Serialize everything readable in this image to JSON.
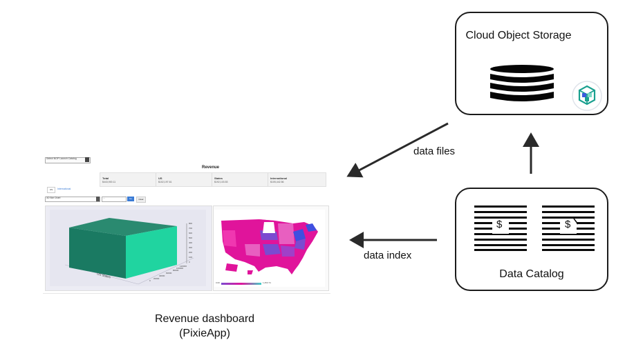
{
  "storage": {
    "title": "Cloud Object Storage"
  },
  "catalog": {
    "title": "Data Catalog",
    "doc_symbols": [
      "$",
      "$"
    ]
  },
  "arrows": {
    "files_label": "data files",
    "index_label": "data index"
  },
  "dashboard": {
    "caption_line1": "Revenue dashboard",
    "caption_line2": "(PixieApp)",
    "select_value": "Select NOP Launch Catalog",
    "title": "Revenue",
    "kpis": [
      {
        "label": "Total",
        "value": "$443,900.11"
      },
      {
        "label": "US",
        "value": "$102,197.61"
      },
      {
        "label": "States",
        "value": "$192,103.53"
      },
      {
        "label": "International",
        "value": "$105,442.56"
      }
    ],
    "tabs": [
      "US",
      "International"
    ],
    "chart_select": "3D Bar Chart",
    "sub_select": "...",
    "buttons": [
      "Go",
      "Clear"
    ],
    "axis_label": "US States",
    "legend_min": "0.00",
    "legend_max": "1,253.74",
    "z_ticks": [
      "800",
      "700",
      "600",
      "500",
      "400",
      "300",
      "200",
      "100",
      "0"
    ],
    "y_ticks": [
      "120000",
      "100000",
      "80000",
      "60000",
      "40000",
      "20000",
      "0"
    ]
  },
  "colors": {
    "box_border": "#1a1a1a",
    "arrow": "#2a2a2a",
    "bar_front": "#1a7a62",
    "bar_top": "#2a8a70",
    "bar_side": "#20d4a0",
    "map_magenta": "#e0149b",
    "map_purple": "#7b4bd0",
    "map_blue": "#3f4fe0",
    "ibm_cube": "#1aa08f"
  }
}
